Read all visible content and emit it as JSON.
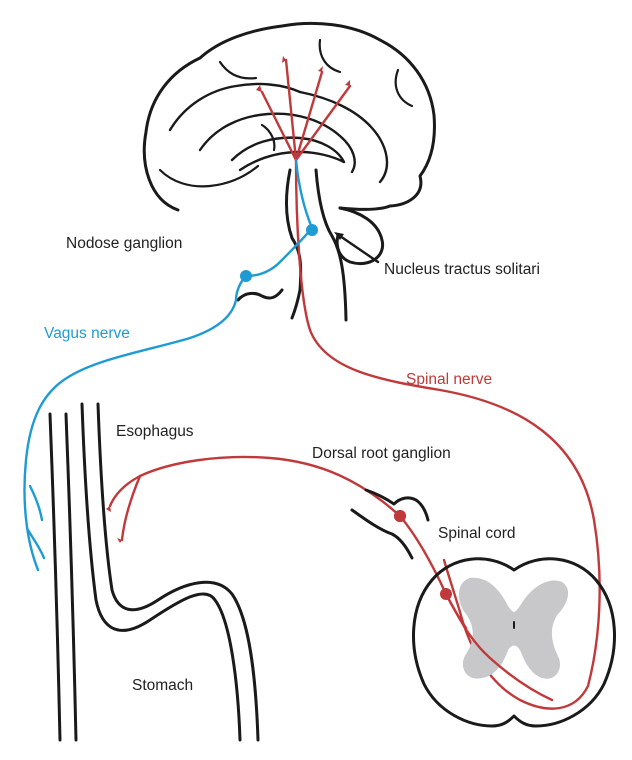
{
  "labels": {
    "nodose_ganglion": "Nodose ganglion",
    "nucleus_tractus_solitari": "Nucleus tractus solitari",
    "vagus_nerve": "Vagus nerve",
    "spinal_nerve": "Spinal nerve",
    "esophagus": "Esophagus",
    "dorsal_root_ganglion": "Dorsal root ganglion",
    "spinal_cord": "Spinal cord",
    "stomach": "Stomach"
  },
  "colors": {
    "vagal_pathway": "#1f9bd3",
    "spinal_pathway": "#c0393b",
    "outline": "#1a1a1a",
    "grey_matter": "#c8c8cb",
    "text": "#222222"
  }
}
